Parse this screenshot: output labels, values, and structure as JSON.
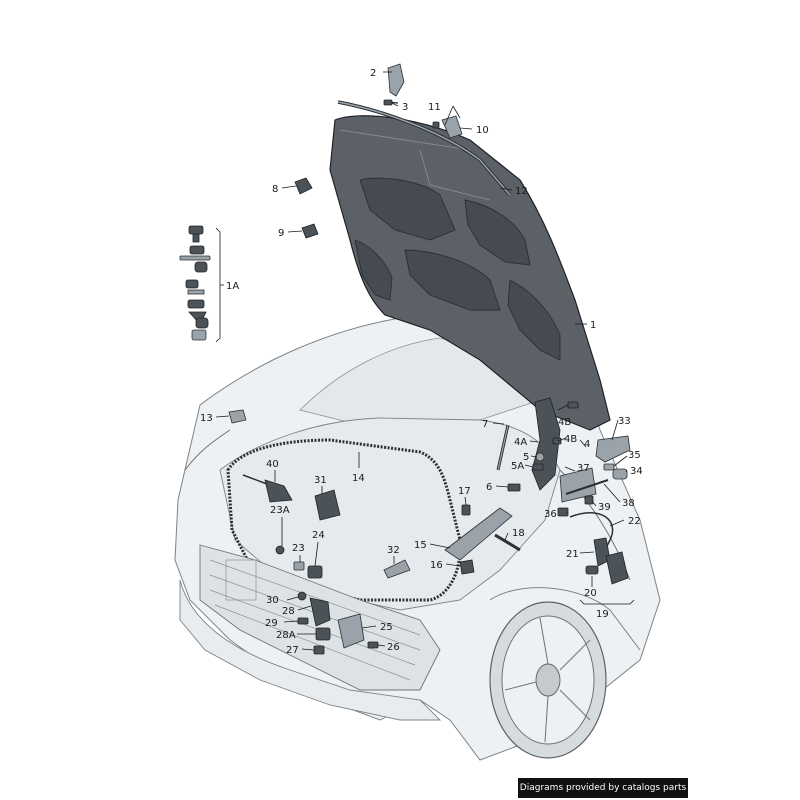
{
  "callouts": {
    "c1": "1",
    "c1A": "1A",
    "c2": "2",
    "c3": "3",
    "c4": "4",
    "c4A": "4A",
    "c4B_top": "4B",
    "c4B_mid": "4B",
    "c5": "5",
    "c5A": "5A",
    "c6": "6",
    "c7": "7",
    "c8": "8",
    "c9": "9",
    "c10": "10",
    "c11": "11",
    "c12": "12",
    "c13": "13",
    "c14": "14",
    "c15": "15",
    "c16": "16",
    "c17": "17",
    "c18": "18",
    "c19": "19",
    "c20": "20",
    "c21": "21",
    "c22": "22",
    "c23": "23",
    "c23A": "23A",
    "c24": "24",
    "c25": "25",
    "c26": "26",
    "c27": "27",
    "c28": "28",
    "c28A": "28A",
    "c29": "29",
    "c30": "30",
    "c31": "31",
    "c32": "32",
    "c33": "33",
    "c34": "34",
    "c35": "35",
    "c36": "36",
    "c37": "37",
    "c38": "38",
    "c39": "39",
    "c40": "40"
  },
  "footer": {
    "credit": "Diagrams provided by catalogs parts"
  },
  "colors": {
    "hood_fill": "#5c6167",
    "car_fill": "#eef1f3",
    "line": "#1a1a1a",
    "credit_bg": "#111111"
  }
}
